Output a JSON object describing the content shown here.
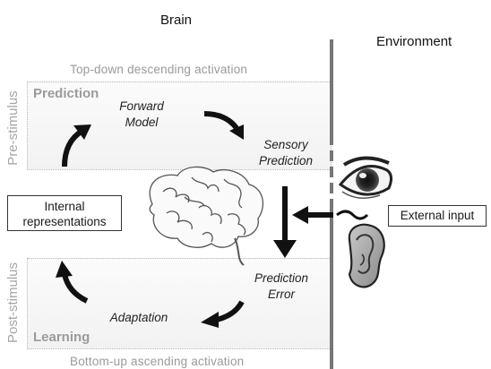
{
  "headers": {
    "brain": "Brain",
    "environment": "Environment"
  },
  "captions": {
    "top": "Top-down descending activation",
    "bottom": "Bottom-up ascending activation"
  },
  "sides": {
    "pre": "Pre-stimulus",
    "post": "Post-stimulus"
  },
  "panel_titles": {
    "prediction": "Prediction",
    "learning": "Learning"
  },
  "nodes": {
    "forward_model": [
      "Forward",
      "Model"
    ],
    "sensory_prediction": [
      "Sensory",
      "Prediction"
    ],
    "prediction_error": [
      "Prediction",
      "Error"
    ],
    "adaptation": "Adaptation"
  },
  "boxes": {
    "internal": [
      "Internal",
      "representations"
    ],
    "external": "External input"
  },
  "icons": [
    "brain-icon",
    "eye-icon",
    "ear-icon",
    "curved-arrow-icon",
    "wavy-arrow-icon"
  ]
}
